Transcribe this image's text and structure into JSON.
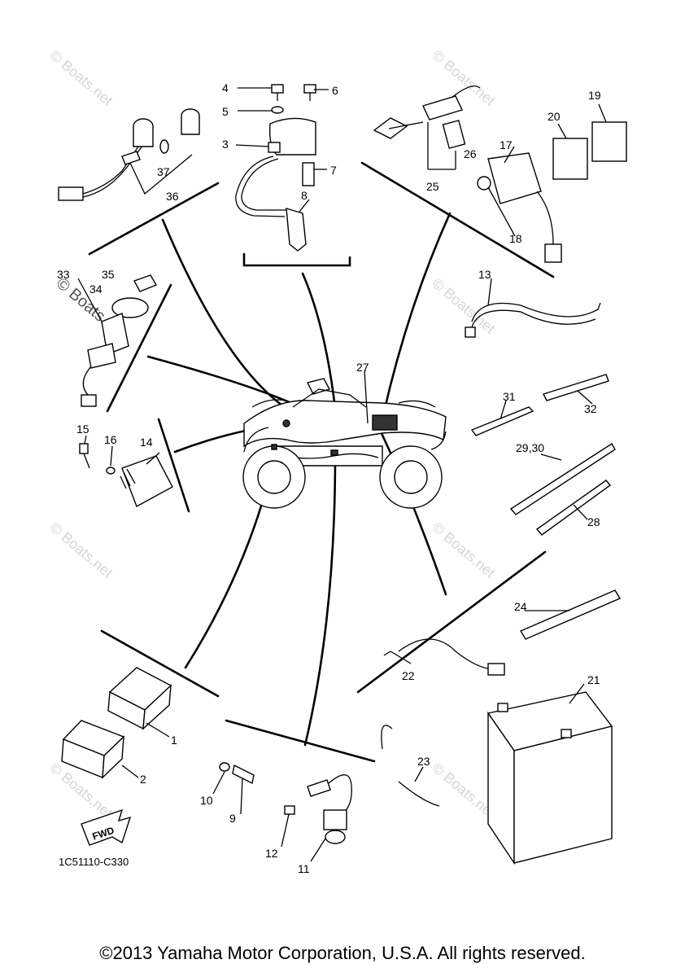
{
  "callouts": [
    "1",
    "2",
    "3",
    "4",
    "5",
    "6",
    "7",
    "8",
    "9",
    "10",
    "11",
    "12",
    "13",
    "14",
    "15",
    "16",
    "17",
    "18",
    "19",
    "20",
    "21",
    "22",
    "23",
    "24",
    "25",
    "26",
    "27",
    "28",
    "29,30",
    "31",
    "32",
    "33",
    "34",
    "35",
    "36",
    "37"
  ],
  "fwd_label": "FWD",
  "diagram_code": "1C51110-C330",
  "copyright": "©2013 Yamaha Motor Corporation, U.S.A. All rights reserved.",
  "watermark": "© Boats.net"
}
